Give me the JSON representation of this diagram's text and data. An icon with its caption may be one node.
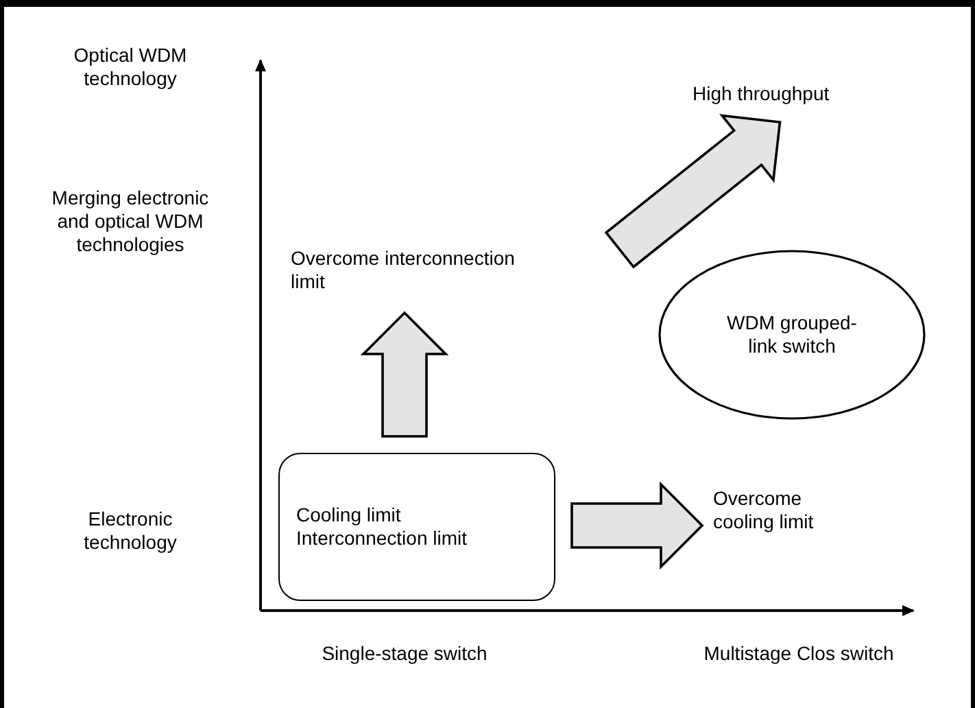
{
  "diagram": {
    "nodes": [
      {
        "text": [
          "Cooling limit",
          "Interconnection limit"
        ]
      },
      {
        "text": [
          "Overcome interconnection limit"
        ]
      },
      {
        "text": [
          "Overcome cooling limit"
        ]
      },
      {
        "text": [
          "WDM grouped-link switch"
        ]
      },
      {
        "text": [
          "High throughput"
        ]
      }
    ],
    "edges": [
      {
        "from": 0,
        "to": 1,
        "arrow": "to"
      },
      {
        "from": 0,
        "to": 2,
        "arrow": "to"
      },
      {
        "from": null,
        "to": 4,
        "arrow": "to"
      }
    ],
    "labels": [
      "Optical WDM technology",
      "Merging electronic and optical WDM technologies",
      "Electronic technology",
      "Single-stage switch",
      "Multistage Clos switch"
    ]
  }
}
